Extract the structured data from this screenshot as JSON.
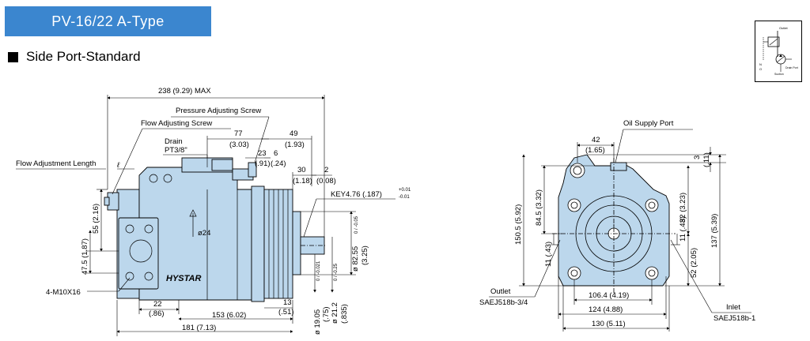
{
  "header": {
    "title": "PV-16/22  A-Type",
    "subtitle": "Side Port-Standard"
  },
  "colors": {
    "title_bg": "#3b86cf",
    "pump_fill": "#bcd7ec",
    "line": "#000000"
  },
  "symbol": {
    "outlet": "Outlet",
    "drain_port": "Drain Port",
    "suction": "Suction",
    "n": "N",
    "o": "O"
  },
  "side_view": {
    "overall_max": "238 (9.29) MAX",
    "pressure_screw": "Pressure Adjusting Screw",
    "flow_screw": "Flow Adjusting Screw",
    "flow_length": "Flow Adjustment Length",
    "l_symbol": "ℓ",
    "drain": "Drain",
    "drain_thread": "PT3/8\"",
    "d77": "77",
    "d77_in": "(3.03)",
    "d49": "49",
    "d49_in": "(1.93)",
    "d23": "23",
    "d23_in": "(.91)",
    "d6": "6",
    "d6_in": "(.24)",
    "d30": "30",
    "d30_in": "(1.18)",
    "d2": "2",
    "d2_in": "(0.08)",
    "key": "KEY4.76 (.187)",
    "key_tol_up": "+0.01",
    "key_tol_dn": "-0.01",
    "d55": "55 (2.16)",
    "d475": "47.5 (1.87)",
    "port_dia": "ø24",
    "bolts": "4-M10X16",
    "brand": "HYSTAR",
    "d22": "22",
    "d22_in": "(.86)",
    "d153": "153 (6.02)",
    "d181": "181 (7.13)",
    "d13": "13",
    "d13_in": "(.51)",
    "shaft_dia": "ø 19.05",
    "shaft_dia_in": "(.75)",
    "shaft_tol": "0 / -0.021",
    "d212": "ø 21.2",
    "d212_in": "(.835)",
    "d212_tol": "0 / -0.25",
    "pilot": "ø 82.55",
    "pilot_in": "(3.25)",
    "pilot_tol": "0 / -0.05"
  },
  "front_view": {
    "oil_supply": "Oil Supply Port",
    "d42": "42",
    "d42_in": "(1.65)",
    "d3": "3",
    "d3_in": "(.11)",
    "d1505": "150.5 (5.92)",
    "d845": "84.5 (3.32)",
    "d82": "82 (3.23)",
    "d137": "137 (5.39)",
    "d11_left": "11 (.43)",
    "d11_right": "11 (.43)",
    "d52": "52 (2.05)",
    "d1064": "106.4 (4.19)",
    "d124": "124 (4.88)",
    "d130": "130 (5.11)",
    "outlet": "Outlet",
    "outlet_std": "SAEJ518b-3/4",
    "inlet": "Inlet",
    "inlet_std": "SAEJ518b-1"
  }
}
